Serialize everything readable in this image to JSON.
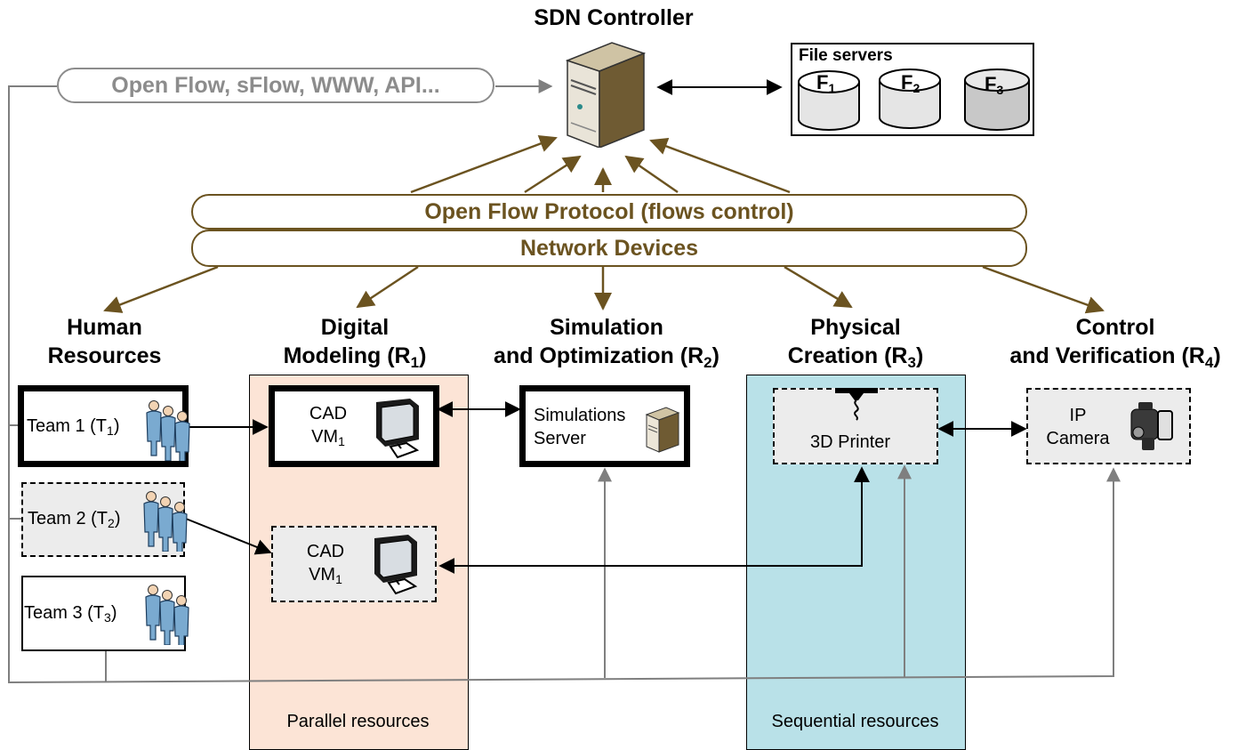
{
  "controller": {
    "title": "SDN Controller"
  },
  "protocols_pill": {
    "text": "Open Flow, sFlow, WWW, API..."
  },
  "file_servers": {
    "title": "File servers",
    "disks": [
      {
        "letter": "F",
        "index": "1"
      },
      {
        "letter": "F",
        "index": "2"
      },
      {
        "letter": "F",
        "index": "3"
      }
    ]
  },
  "bands": {
    "protocol": "Open Flow Protocol (flows control)",
    "devices": "Network Devices"
  },
  "columns": {
    "human": {
      "line1": "Human",
      "line2": "Resources"
    },
    "digital": {
      "line1": "Digital",
      "line2": "Modeling (R",
      "sub": "1",
      "close": ")"
    },
    "simulation": {
      "line1": "Simulation",
      "line2": "and Optimization (R",
      "sub": "2",
      "close": ")"
    },
    "physical": {
      "line1": "Physical",
      "line2": "Creation (R",
      "sub": "3",
      "close": ")"
    },
    "control": {
      "line1": "Control",
      "line2": "and Verification (R",
      "sub": "4",
      "close": ")"
    }
  },
  "teams": [
    {
      "name": "Team 1 (T",
      "sub": "1",
      "close": ")"
    },
    {
      "name": "Team 2 (T",
      "sub": "2",
      "close": ")"
    },
    {
      "name": "Team 3 (T",
      "sub": "3",
      "close": ")"
    }
  ],
  "cad_vm_1": {
    "line1": "CAD",
    "line2": "VM",
    "sub": "1"
  },
  "cad_vm_2": {
    "line1": "CAD",
    "line2": "VM",
    "sub": "1"
  },
  "simulations_server": {
    "line1": "Simulations",
    "line2": "Server"
  },
  "printer": {
    "label": "3D Printer"
  },
  "camera": {
    "line1": "IP",
    "line2": "Camera"
  },
  "regions": {
    "parallel": "Parallel resources",
    "sequential": "Sequential resources"
  },
  "colors": {
    "brown": "#6b5320",
    "gray_line": "#7f7f7f",
    "parallel_fill": "#fce4d6",
    "sequential_fill": "#b9e1e8",
    "dashed_fill": "#ececec"
  },
  "icons": {
    "controller": "server-tower-icon",
    "teams": "people-group-icon",
    "cad": "monitor-icon",
    "sim": "small-server-icon",
    "printer": "3d-printer-nozzle-icon",
    "camera": "video-camera-icon",
    "disk": "disk-cylinder-icon"
  }
}
